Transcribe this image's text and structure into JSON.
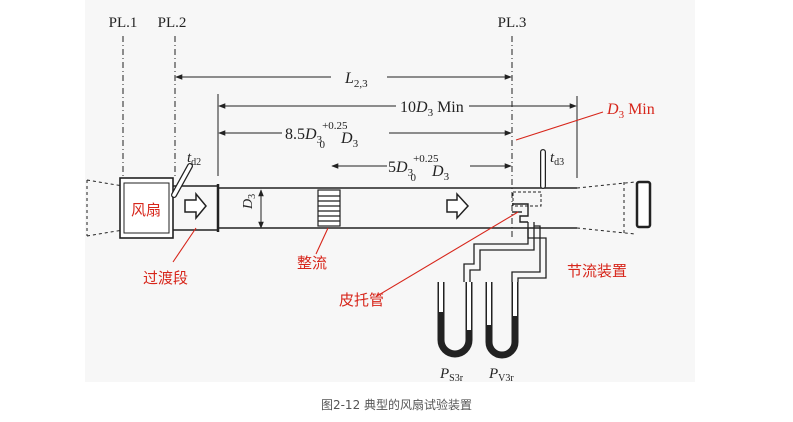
{
  "planes": {
    "pl1": "PL.1",
    "pl2": "PL.2",
    "pl3": "PL.3"
  },
  "dims": {
    "l23": "L2,3",
    "ten_d3": "10D3 Min",
    "eight_d3": "8.5D3 +0.25 0 D3",
    "five_d3": "5D3 +0.25 0 D3",
    "d3": "D3",
    "d3_min": "D3 Min"
  },
  "sensors": {
    "td2": "td2",
    "td3": "td3",
    "ps3r": "PS3r",
    "pv3r": "PV3r"
  },
  "labels": {
    "fan": "风扇",
    "transition": "过渡段",
    "straightener": "整流",
    "pitot": "皮托管",
    "throttle": "节流装置"
  },
  "caption": "图2-12 典型的风扇试验装置",
  "colors": {
    "label_red": "#d7261b",
    "line": "#222222",
    "background": "#f7f7f7",
    "caption": "#555555"
  }
}
